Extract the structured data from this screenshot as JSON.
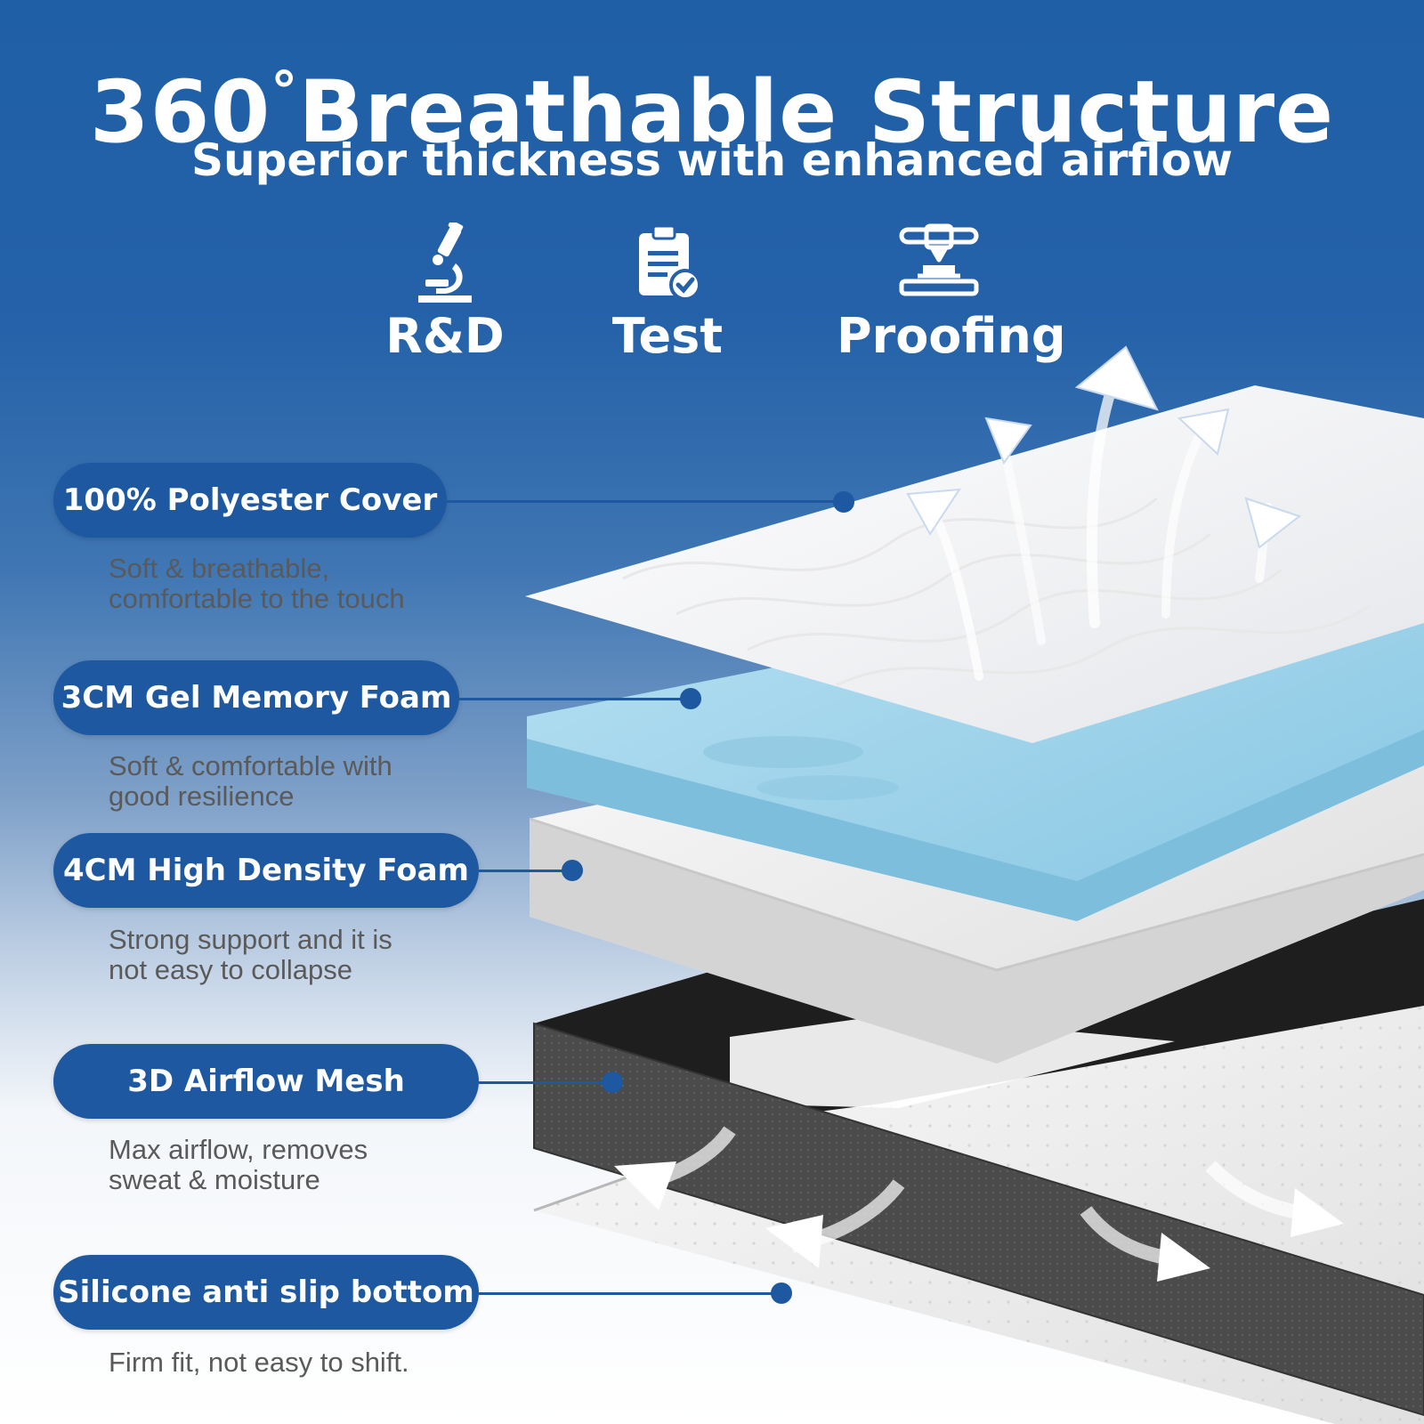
{
  "header": {
    "title_number": "360",
    "title_degree": "°",
    "title_rest": "Breathable Structure",
    "subtitle": "Superior thickness with enhanced airflow"
  },
  "features": [
    {
      "label": "R&D",
      "icon": "microscope-icon"
    },
    {
      "label": "Test",
      "icon": "clipboard-check-icon"
    },
    {
      "label": "Proofing",
      "icon": "3d-printer-icon"
    }
  ],
  "layers": [
    {
      "name": "100% Polyester Cover",
      "desc": [
        "Soft & breathable,",
        "comfortable to the touch"
      ]
    },
    {
      "name": "3CM Gel Memory Foam",
      "desc": [
        "Soft & comfortable with",
        "good resilience"
      ]
    },
    {
      "name": "4CM High Density Foam",
      "desc": [
        "Strong support and it is",
        "not easy to collapse"
      ]
    },
    {
      "name": "3D Airflow Mesh",
      "desc": [
        "Max airflow, removes",
        "sweat & moisture"
      ]
    },
    {
      "name": "Silicone anti slip bottom",
      "desc": [
        "Firm fit, not easy to shift."
      ]
    }
  ],
  "colors": {
    "brand_blue": "#1d58a0",
    "gel_blue": "#9fd3ea",
    "mesh_gray": "#4a4a4a"
  }
}
